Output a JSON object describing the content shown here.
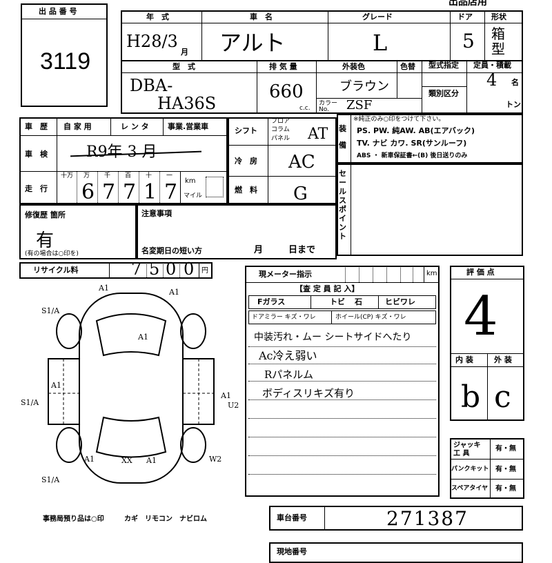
{
  "header": {
    "top_right": "出品店用"
  },
  "lot": {
    "label": "出 品 番 号",
    "number": "3119"
  },
  "vehicle": {
    "year_label": "年　式",
    "year_value": "H28/3",
    "year_unit": "月",
    "name_label": "車　名",
    "name_value": "アルト",
    "grade_label": "グレード",
    "grade_value": "L",
    "doors_label": "ドア",
    "doors_value": "5",
    "shape_label": "形状",
    "shape_value": "箱型",
    "model_label": "型　式",
    "model_value_1": "DBA-",
    "model_value_2": "HA36S",
    "displacement_label": "排 気 量",
    "displacement_value": "660",
    "displacement_unit": "c.c.",
    "exterior_label": "外装色",
    "exterior_value": "ブラウン",
    "color_no_label": "カラー No.",
    "color_no_value": "ZSF",
    "repaint_label": "色替",
    "model_designation_label": "型式指定",
    "class_label": "類別区分",
    "capacity_label": "定員・積載",
    "capacity_value": "4",
    "capacity_unit": "名",
    "load_unit": "トン"
  },
  "history": {
    "label": "車　歴",
    "opt_private": "自 家 用",
    "opt_rental": "レ ン タ",
    "opt_business": "事業.営業車",
    "inspection_label": "車　検",
    "inspection_value": "R9年 3 月",
    "mileage_label": "走　行",
    "digit_headers": [
      "十万",
      "万",
      "千",
      "百",
      "十",
      "一"
    ],
    "digits": [
      "",
      "6",
      "7",
      "7",
      "1",
      "7"
    ],
    "km_label": "km",
    "mile_label": "マイル"
  },
  "shift": {
    "label": "シフト",
    "floor": "フロア",
    "column": "コラム",
    "panel": "パネル",
    "value": "AT"
  },
  "ac": {
    "label": "冷　房",
    "value": "AC"
  },
  "fuel": {
    "label": "燃　料",
    "value": "G"
  },
  "equipment": {
    "label": "装備",
    "note": "※純正のみ○印をつけて下さい。",
    "line1": "PS. PW. 純AW. AB(エアバック)",
    "line2": "TV. ナビ カワ. SR(サンルーフ)",
    "line3": "ABS ・ 新車保証書←(B) 後日送りのみ"
  },
  "sales_point": {
    "label": "セールスポイント"
  },
  "repair": {
    "label": "修復歴 箇所",
    "value": "有",
    "note": "(有の場合は○印を)"
  },
  "notes": {
    "label": "注意事項",
    "name_change_label": "名変期日の短い方",
    "month_label": "月",
    "day_label": "日まで"
  },
  "recycle": {
    "label": "リサイクル料",
    "digits": [
      "7",
      "5",
      "0",
      "0"
    ],
    "unit": "円"
  },
  "meter": {
    "label": "現メーター指示",
    "unit": "km"
  },
  "inspector": {
    "title": "【査 定 員 記 入】",
    "f_glass": "Fガラス",
    "tobi": "トビ",
    "ishi": "石",
    "hibi": "ヒビワレ",
    "mirror": "ドアミラー キズ・ワレ",
    "wheel": "ホイール(CP) キズ・ワレ",
    "lines": [
      "中装汚れ・ムー シートサイドへたり",
      "Ac冷え弱い",
      "Rパネルム",
      "ボディスリキズ有り"
    ]
  },
  "rating": {
    "label": "評 価 点",
    "value": "4",
    "interior_label": "内 装",
    "exterior_label": "外 装",
    "interior_value": "b",
    "exterior_value": "c"
  },
  "tools": {
    "jack_label": "ジャッキ 工 具",
    "jack_value": "有・無",
    "puncture_label": "パンクキット",
    "puncture_value": "有・無",
    "spare_label": "スペアタイヤ",
    "spare_value": "有・無"
  },
  "diagram": {
    "marks": [
      "A1",
      "S1/A",
      "A1",
      "S1/A",
      "A1",
      "A1",
      "A1",
      "U2",
      "S1/A",
      "XX",
      "A1",
      "W2",
      "A1"
    ]
  },
  "office": {
    "label": "事務局預り品は○印",
    "items": "カギ　リモコン　ナビロム"
  },
  "chassis": {
    "label": "車台番号",
    "value": "271387"
  },
  "bottom": {
    "label": "現地番号"
  }
}
